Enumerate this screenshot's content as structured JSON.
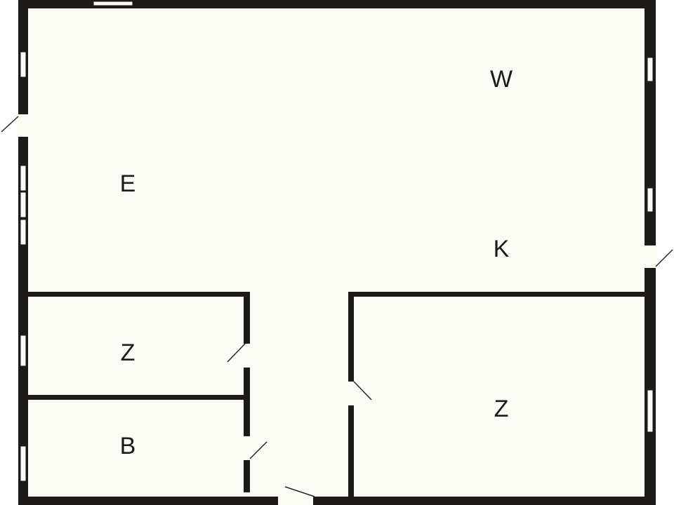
{
  "floorplan": {
    "colors": {
      "floor": "#fbfbf6",
      "wall": "#1f1a1a",
      "opening": "#fbfbf6",
      "door_swing": "#2a2424"
    },
    "rooms": [
      {
        "id": "e",
        "label": "E"
      },
      {
        "id": "w",
        "label": "W"
      },
      {
        "id": "k",
        "label": "K"
      },
      {
        "id": "z1",
        "label": "Z"
      },
      {
        "id": "b",
        "label": "B"
      },
      {
        "id": "z2",
        "label": "Z"
      }
    ]
  }
}
